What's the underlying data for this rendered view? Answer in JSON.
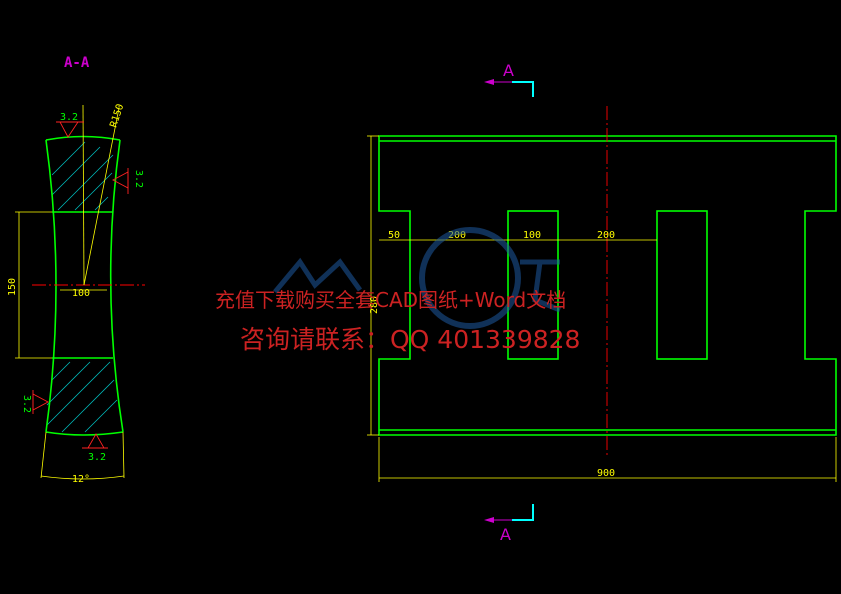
{
  "section": {
    "title": "A-A",
    "finish_marks": [
      "3.2",
      "3.2",
      "3.2",
      "3.2"
    ],
    "radius_label": "R150",
    "height_label": "150",
    "width_label": "100",
    "angle_label": "12°"
  },
  "front": {
    "section_letter_top": "A",
    "section_letter_bottom": "A",
    "dims": [
      "50",
      "200",
      "100",
      "200"
    ],
    "height_label": "280",
    "total_width_label": "900"
  },
  "watermark": {
    "line1": "充值下载购买全套CAD图纸+Word文档",
    "line2": "咨询请联系：QQ 401339828"
  },
  "colors": {
    "outline": "#00ff00",
    "dimension": "#ffff00",
    "centerline": "#ff0000",
    "hatch": "#00bbbb",
    "label": "#cc00cc",
    "watermark": "#cc2222"
  }
}
